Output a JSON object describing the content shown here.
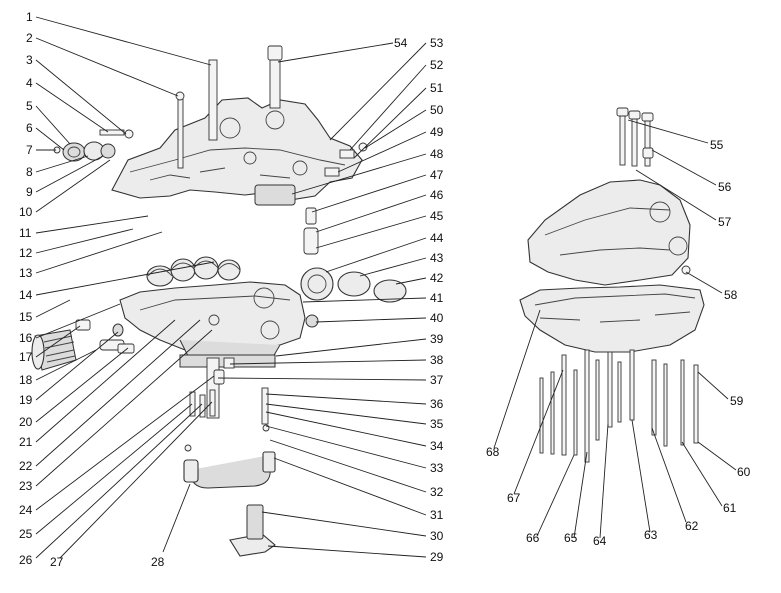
{
  "diagram": {
    "labels_left": [
      "1",
      "2",
      "3",
      "4",
      "5",
      "6",
      "7",
      "8",
      "9",
      "10",
      "11",
      "12",
      "13",
      "14",
      "15",
      "16",
      "17",
      "18",
      "19",
      "20",
      "21",
      "22",
      "23",
      "24",
      "25",
      "26",
      "27",
      "28"
    ],
    "labels_middle": [
      "54",
      "53",
      "52",
      "51",
      "50",
      "49",
      "48",
      "47",
      "46",
      "45",
      "44",
      "43",
      "42",
      "41",
      "40",
      "39",
      "38",
      "37",
      "36",
      "35",
      "34",
      "33",
      "32",
      "31",
      "30",
      "29"
    ],
    "labels_right": [
      "55",
      "56",
      "57",
      "58",
      "59",
      "60",
      "61",
      "62",
      "63",
      "64",
      "65",
      "66",
      "67",
      "68"
    ]
  }
}
